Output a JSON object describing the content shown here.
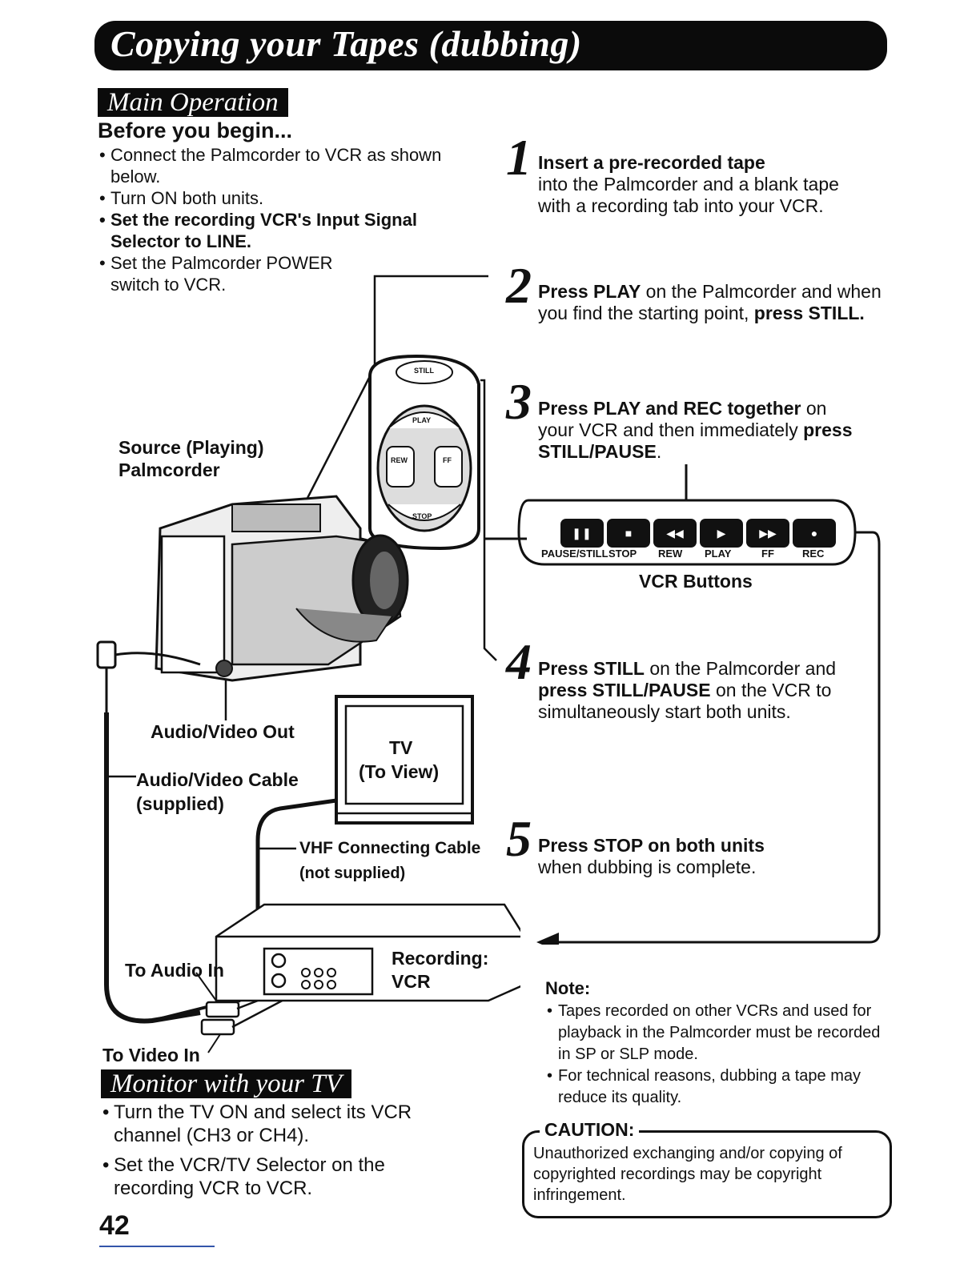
{
  "page_title": "Copying your Tapes (dubbing)",
  "main_operation": {
    "heading": "Main Operation",
    "before_heading": "Before you begin...",
    "bullets": [
      "Connect the Palmcorder to VCR as shown below.",
      "Turn ON both units.",
      "Set the recording VCR's Input Signal Selector to LINE.",
      "Set the Palmcorder POWER switch to VCR."
    ]
  },
  "steps": [
    {
      "num": "1",
      "bold": "Insert a pre-recorded tape",
      "text": "into the Palmcorder and a blank tape with a recording tab into your VCR."
    },
    {
      "num": "2",
      "p1": "Press PLAY",
      "p2": " on the Palmcorder and when you find the starting point, ",
      "p3": "press STILL."
    },
    {
      "num": "3",
      "p1": "Press PLAY and REC together",
      "p2": " on your VCR and then immediately ",
      "p3": "press STILL/PAUSE",
      "p4": "."
    },
    {
      "num": "4",
      "p1": "Press STILL",
      "p2": " on the Palmcorder and ",
      "p3": "press STILL/PAUSE",
      "p4": " on the VCR to simultaneously start both units."
    },
    {
      "num": "5",
      "bold": "Press STOP on both units",
      "text": "when dubbing is complete."
    }
  ],
  "diagram": {
    "source_label": "Source (Playing) Palmcorder",
    "av_out": "Audio/Video Out",
    "av_cable": "Audio/Video Cable",
    "av_cable_sub": "(supplied)",
    "vhf_cable": "VHF Connecting Cable",
    "vhf_cable_sub": "(not supplied)",
    "tv_label_1": "TV",
    "tv_label_2": "(To View)",
    "audio_in": "To Audio In",
    "video_in": "To Video In",
    "recording_vcr_1": "Recording:",
    "recording_vcr_2": "VCR",
    "remote": {
      "still": "STILL",
      "play": "PLAY",
      "rew": "REW",
      "ff": "FF",
      "stop": "STOP"
    }
  },
  "vcr_buttons": {
    "caption": "VCR Buttons",
    "labels": [
      "PAUSE/STILL",
      "STOP",
      "REW",
      "PLAY",
      "FF",
      "REC"
    ]
  },
  "note": {
    "heading": "Note:",
    "bullets": [
      "Tapes recorded on other VCRs and used for playback in the Palmcorder must be recorded in SP or SLP mode.",
      "For technical reasons, dubbing a tape may reduce its quality."
    ]
  },
  "caution": {
    "heading": "CAUTION:",
    "text": "Unauthorized exchanging and/or copying of copyrighted recordings may be copyright infringement."
  },
  "monitor": {
    "heading": "Monitor with your TV",
    "bullets": [
      "Turn the TV ON and select its VCR channel (CH3 or CH4).",
      "Set the VCR/TV Selector on the recording VCR to VCR."
    ]
  },
  "page_number": "42"
}
